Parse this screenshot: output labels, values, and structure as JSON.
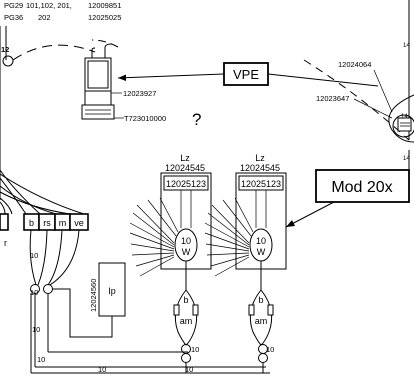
{
  "header": {
    "row1_code": "PG29",
    "row1_ids": "101,102, 201,",
    "row1_part": "12009851",
    "row2_code": "PG36",
    "row2_ids": "202",
    "row2_part": "12025025"
  },
  "left_connector": {
    "label": "12"
  },
  "plug": {
    "part_top": "12023927",
    "part_bottom": "T723010000",
    "question": "?"
  },
  "vpe": {
    "label": "VPE"
  },
  "right_connector": {
    "part_top": "12024064",
    "part_bottom": "12023647",
    "pin_a": "14",
    "pin_b": "14",
    "pin_c": "14"
  },
  "terminals": [
    {
      "label": "b"
    },
    {
      "label": "rs"
    },
    {
      "label": "m"
    },
    {
      "label": "ve"
    }
  ],
  "left_letter": "r",
  "mod": {
    "label": "Mod 20x"
  },
  "lamp1": {
    "lz": "Lz",
    "part_outer": "12024545",
    "part_inner": "12025123",
    "watt_num": "10",
    "watt_unit": "W"
  },
  "lamp2": {
    "lz": "Lz",
    "part_outer": "12024545",
    "part_inner": "12025123",
    "watt_num": "10",
    "watt_unit": "W"
  },
  "ip": {
    "part": "12024560",
    "label": "Ip"
  },
  "wires": {
    "w1": "10",
    "w2": "10",
    "w3": "10",
    "w_bottom_a": "10",
    "w_bottom_b": "10",
    "w_bottom_c": "10",
    "w_lamp1": "10",
    "w_lamp2": "10"
  },
  "lamp_wire_labels": {
    "b1": "b",
    "am1": "am",
    "b2": "b",
    "am2": "am"
  }
}
